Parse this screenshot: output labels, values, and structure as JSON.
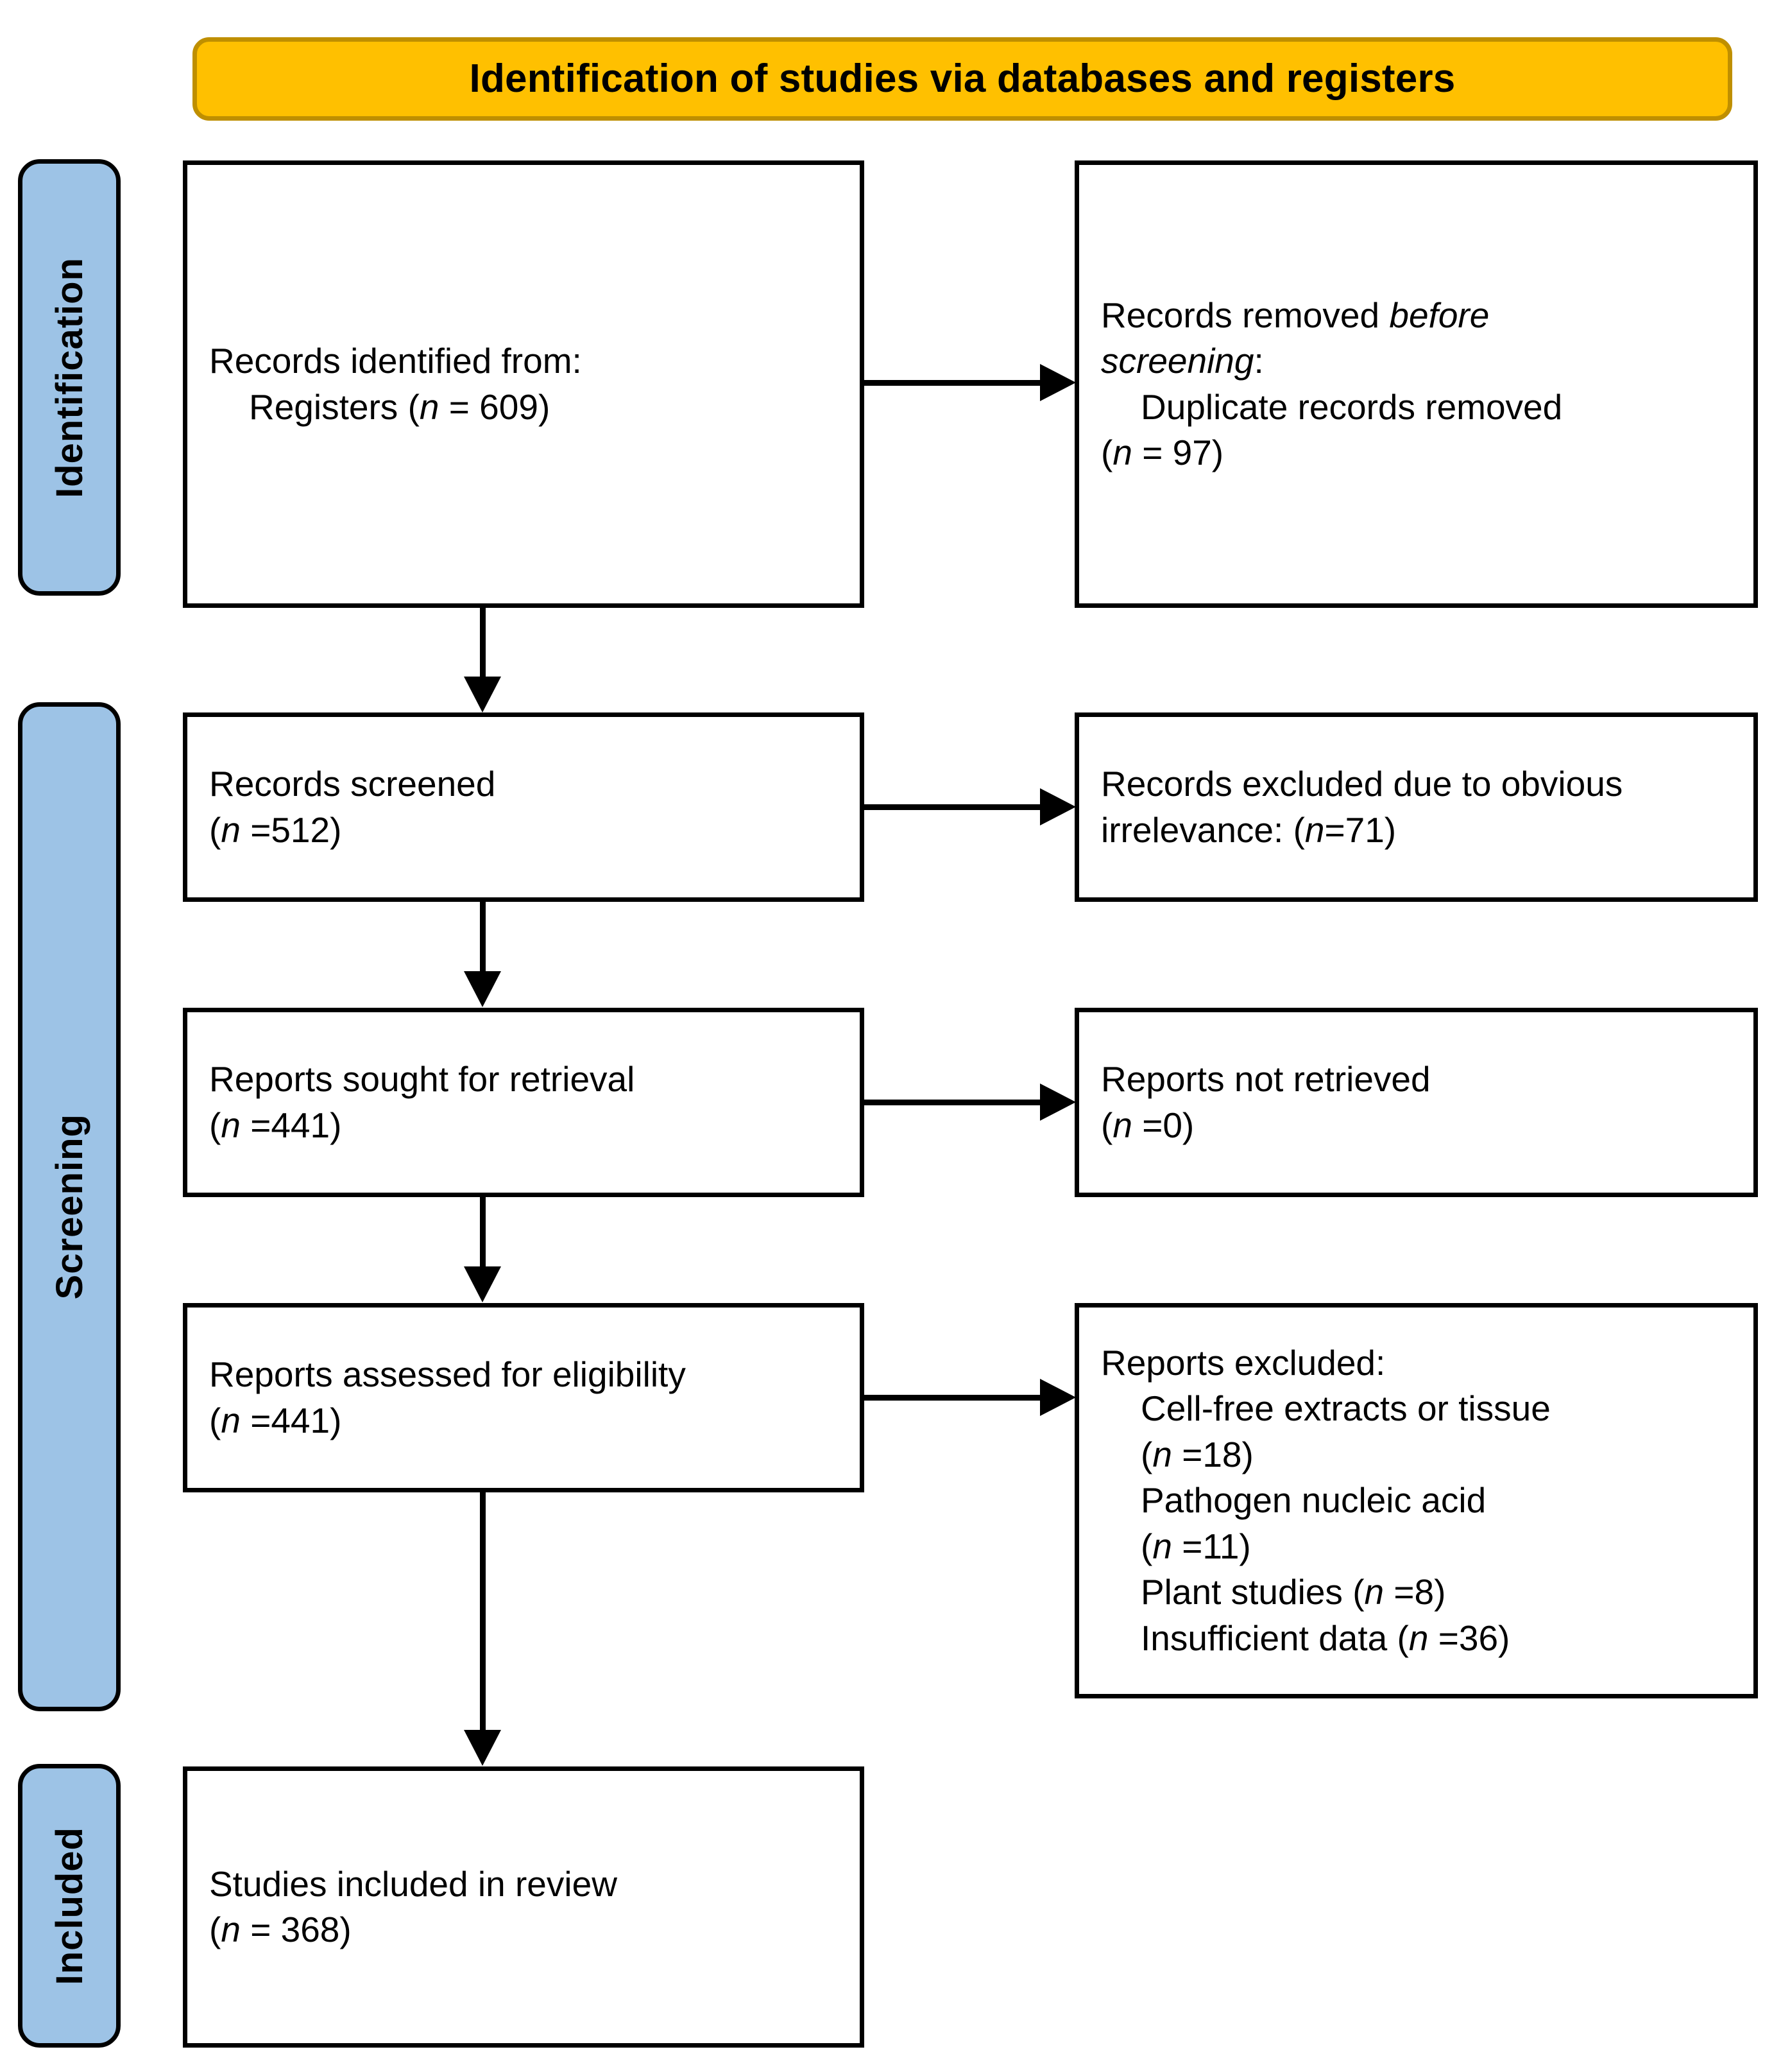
{
  "banner": {
    "title": "Identification of studies via databases and registers",
    "fill_color": "#FFC000",
    "border_color": "#BF8F00"
  },
  "stages": [
    {
      "id": "identification",
      "label": "Identification",
      "fill_color": "#9DC3E6"
    },
    {
      "id": "screening",
      "label": "Screening",
      "fill_color": "#9DC3E6"
    },
    {
      "id": "included",
      "label": "Included",
      "fill_color": "#9DC3E6"
    }
  ],
  "boxes": {
    "records_identified": {
      "line1": "Records identified from:",
      "line2_prefix": "Registers (",
      "line2_italic": "n",
      "line2_suffix": " = 609)",
      "count": 609
    },
    "records_removed": {
      "line1_prefix": "Records removed ",
      "line1_italic": "before",
      "line2_italic": "screening",
      "line2_suffix": ":",
      "line3": "Duplicate records removed",
      "line4_prefix": "(",
      "line4_italic": "n",
      "line4_suffix": " = 97)",
      "count": 97
    },
    "records_screened": {
      "line1": "Records screened",
      "line2_prefix": "(",
      "line2_italic": "n",
      "line2_suffix": " =512)",
      "count": 512
    },
    "records_excluded": {
      "line1": "Records excluded due to obvious",
      "line2_prefix": "irrelevance: (",
      "line2_italic": "n",
      "line2_suffix": "=71)",
      "count": 71
    },
    "reports_sought": {
      "line1": "Reports sought for retrieval",
      "line2_prefix": "(",
      "line2_italic": "n",
      "line2_suffix": " =441)",
      "count": 441
    },
    "reports_not_retrieved": {
      "line1": "Reports not retrieved",
      "line2_prefix": "(",
      "line2_italic": "n",
      "line2_suffix": " =0)",
      "count": 0
    },
    "reports_assessed": {
      "line1": "Reports assessed for eligibility",
      "line2_prefix": "(",
      "line2_italic": "n",
      "line2_suffix": " =441)",
      "count": 441
    },
    "reports_excluded": {
      "line1": "Reports excluded:",
      "line2": "Cell-free extracts or tissue",
      "line3_prefix": "(",
      "line3_italic": "n",
      "line3_suffix": " =18)",
      "line4": "Pathogen nucleic acid",
      "line5_prefix": "(",
      "line5_italic": "n",
      "line5_suffix": " =11)",
      "line6_prefix": "Plant studies (",
      "line6_italic": "n",
      "line6_suffix": " =8)",
      "line7_prefix": "Insufficient data (",
      "line7_italic": "n",
      "line7_suffix": " =36)",
      "counts": {
        "cell_free_extracts_or_tissue": 18,
        "pathogen_nucleic_acid": 11,
        "plant_studies": 8,
        "insufficient_data": 36
      }
    },
    "studies_included": {
      "line1": "Studies included in review",
      "line2_prefix": "(",
      "line2_italic": "n",
      "line2_suffix": " = 368)",
      "count": 368
    }
  }
}
